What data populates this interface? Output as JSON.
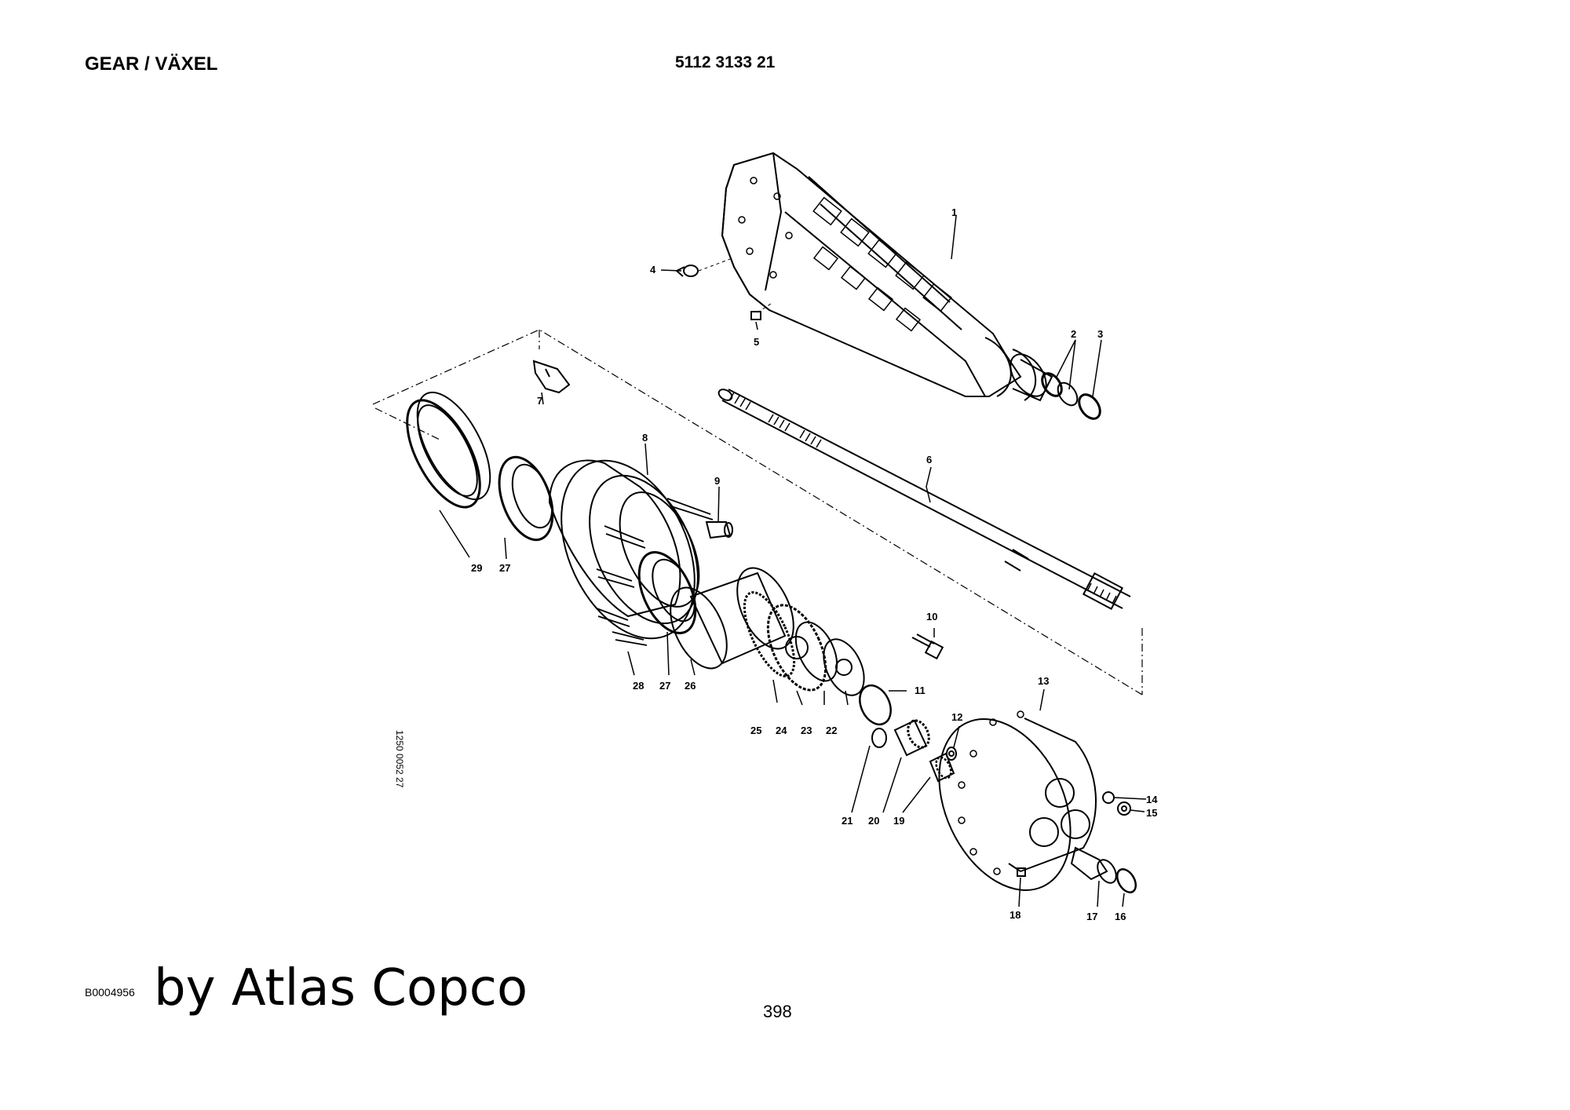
{
  "header": {
    "title": "GEAR / VÄXEL",
    "part_number": "5112 3133 21"
  },
  "drawing": {
    "side_code": "1250 0052 27",
    "labels": [
      "1",
      "2",
      "3",
      "4",
      "5",
      "6",
      "7",
      "8",
      "9",
      "10",
      "11",
      "12",
      "13",
      "14",
      "15",
      "16",
      "17",
      "18",
      "19",
      "20",
      "21",
      "22",
      "23",
      "24",
      "25",
      "26",
      "27",
      "27",
      "28",
      "29"
    ]
  },
  "footer": {
    "doc_id": "B0004956",
    "brand": "by Atlas Copco",
    "page": "398"
  }
}
